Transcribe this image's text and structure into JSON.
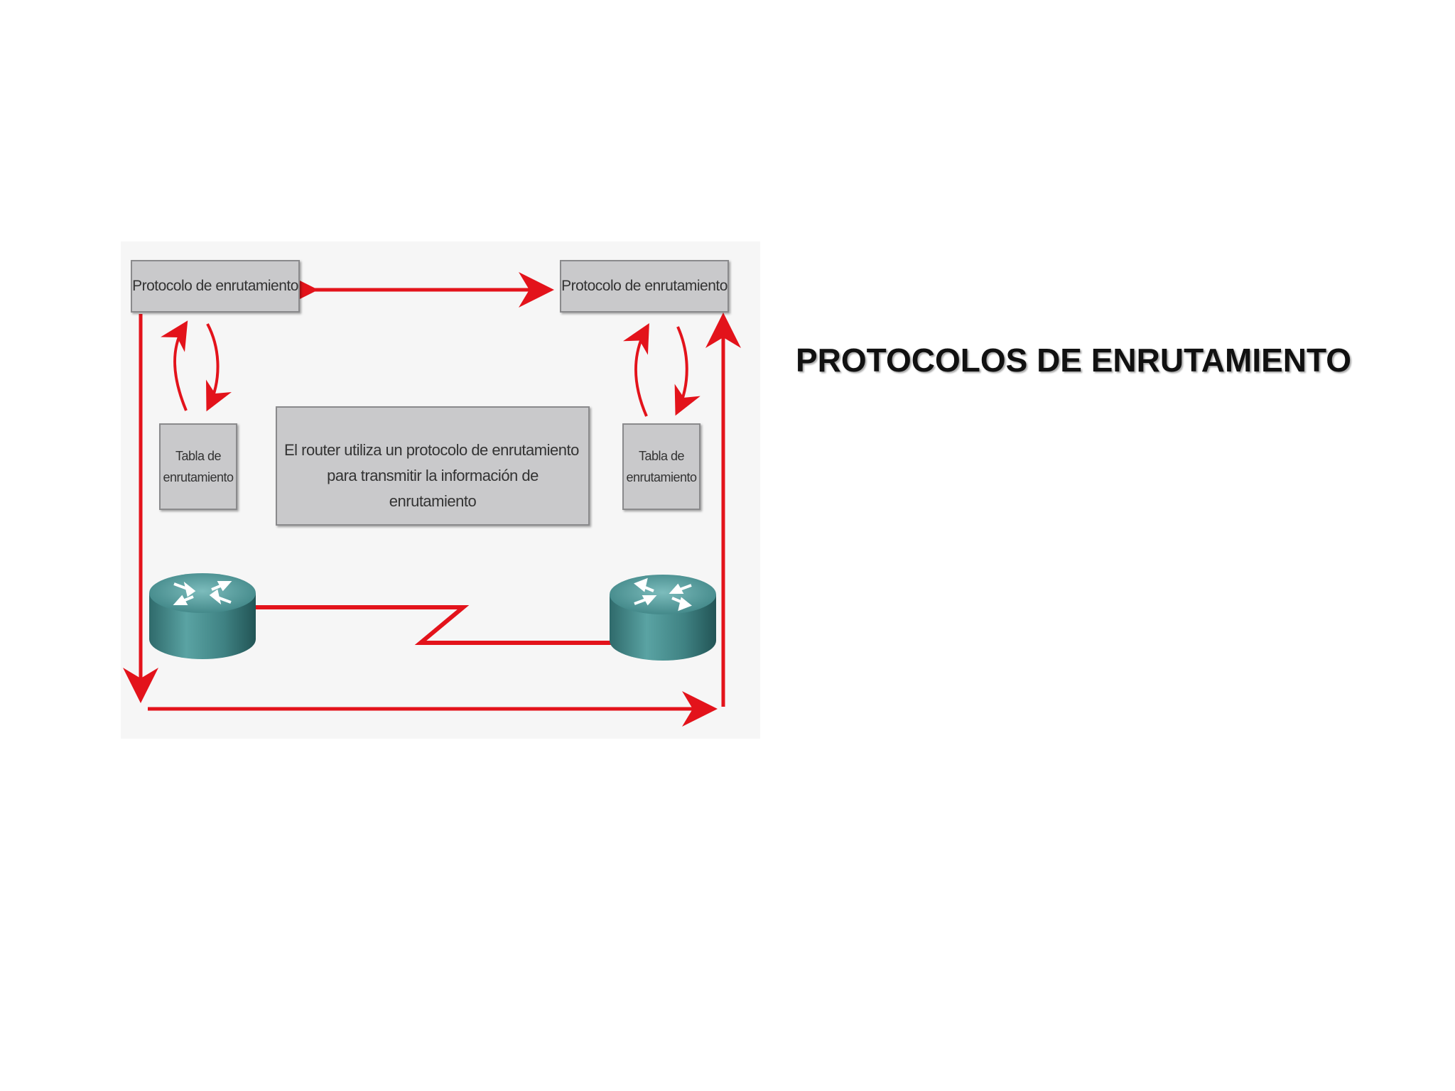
{
  "slide": {
    "title": "PROTOCOLOS DE ENRUTAMIENTO"
  },
  "diagram": {
    "left_protocol_label": "Protocolo de enrutamiento",
    "right_protocol_label": "Protocolo de enrutamiento",
    "left_table_label_line1": "Tabla de",
    "left_table_label_line2": "enrutamiento",
    "right_table_label_line1": "Tabla de",
    "right_table_label_line2": "enrutamiento",
    "center_text_line1": "El router utiliza un protocolo de enrutamiento",
    "center_text_line2": "para transmitir la información de enrutamiento",
    "left_router_icon": "router-icon",
    "right_router_icon": "router-icon",
    "colors": {
      "arrow": "#e3131b",
      "box_fill": "#c9c9cb",
      "router_body": "#4f8f90"
    }
  }
}
